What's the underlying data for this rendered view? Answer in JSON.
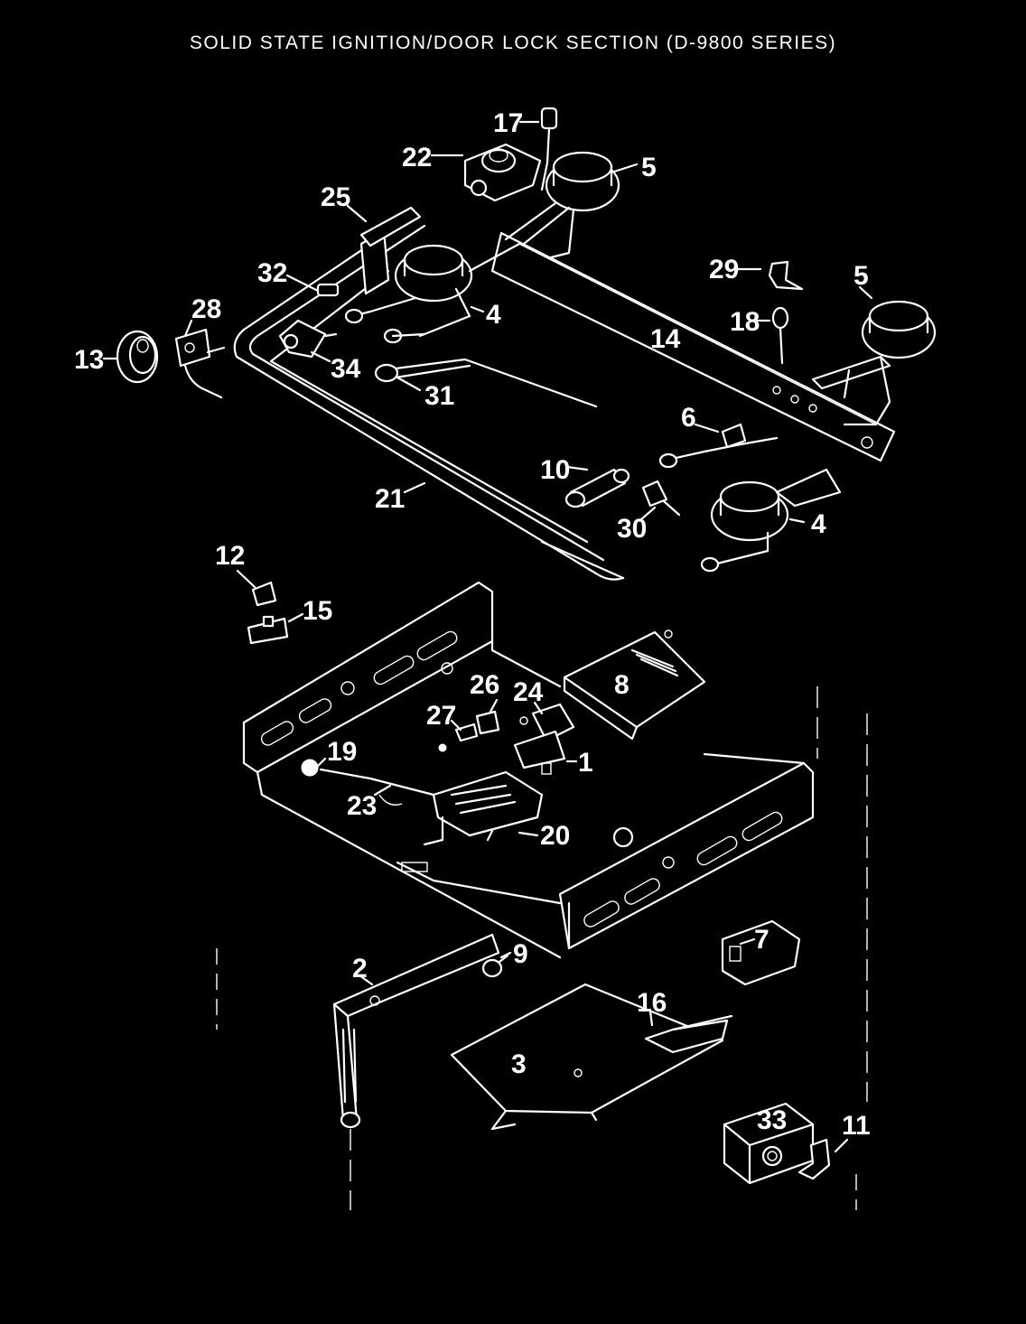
{
  "title": "SOLID STATE IGNITION/DOOR LOCK SECTION (D-9800 SERIES)",
  "callouts": {
    "c1": "1",
    "c2": "2",
    "c3": "3",
    "c4a": "4",
    "c4b": "4",
    "c5a": "5",
    "c5b": "5",
    "c6": "6",
    "c7": "7",
    "c8": "8",
    "c9": "9",
    "c10": "10",
    "c11": "11",
    "c12": "12",
    "c13": "13",
    "c14": "14",
    "c15": "15",
    "c16": "16",
    "c17": "17",
    "c18": "18",
    "c19": "19",
    "c20": "20",
    "c21": "21",
    "c22": "22",
    "c23": "23",
    "c24": "24",
    "c25": "25",
    "c26": "26",
    "c27": "27",
    "c28": "28",
    "c29": "29",
    "c30": "30",
    "c31": "31",
    "c32": "32",
    "c33": "33",
    "c34": "34"
  }
}
